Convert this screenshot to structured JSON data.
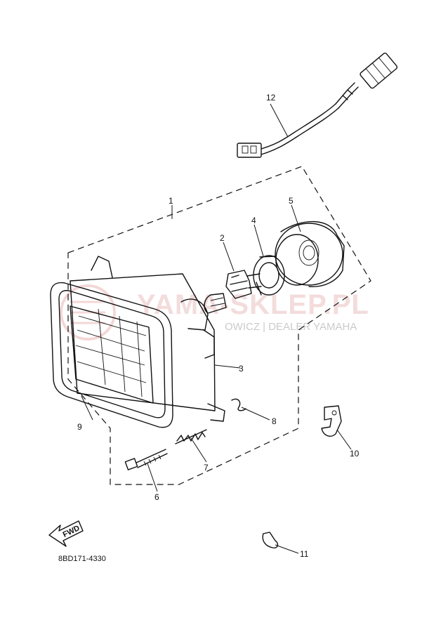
{
  "watermark": {
    "brand": "YAMA-SKLEP.PL",
    "tagline": "OWICZ | DEALER YAMAHA"
  },
  "part_labels": [
    "1",
    "2",
    "3",
    "4",
    "5",
    "6",
    "7",
    "8",
    "9",
    "10",
    "11",
    "12"
  ],
  "fwd_label": "FWD",
  "diagram_code": "8BD171-4330"
}
